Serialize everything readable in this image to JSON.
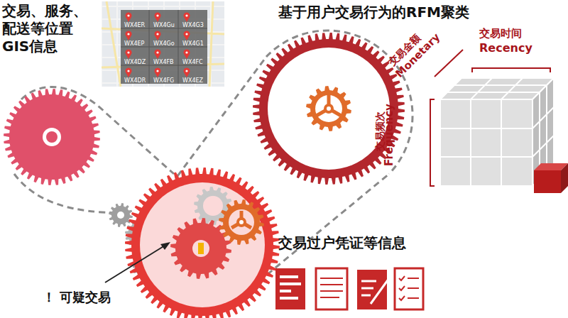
{
  "diagram": {
    "labels": [
      "交易、服务、配送等位置GIS信息",
      "基于用户交易行为的RFM聚类",
      "交易时间",
      "Recency",
      "交易金额",
      "Monetary",
      "交易频次",
      "Frequency",
      "交易过户凭证等信息",
      "！ 可疑交易",
      "WX4ER",
      "WX4Gu",
      "WX4G3",
      "WX4EP",
      "WX4Go",
      "WX4G1",
      "WX4DZ",
      "WX4FB",
      "WX4FC",
      "WX4DR",
      "WX4FG",
      "WX4EZ"
    ]
  }
}
